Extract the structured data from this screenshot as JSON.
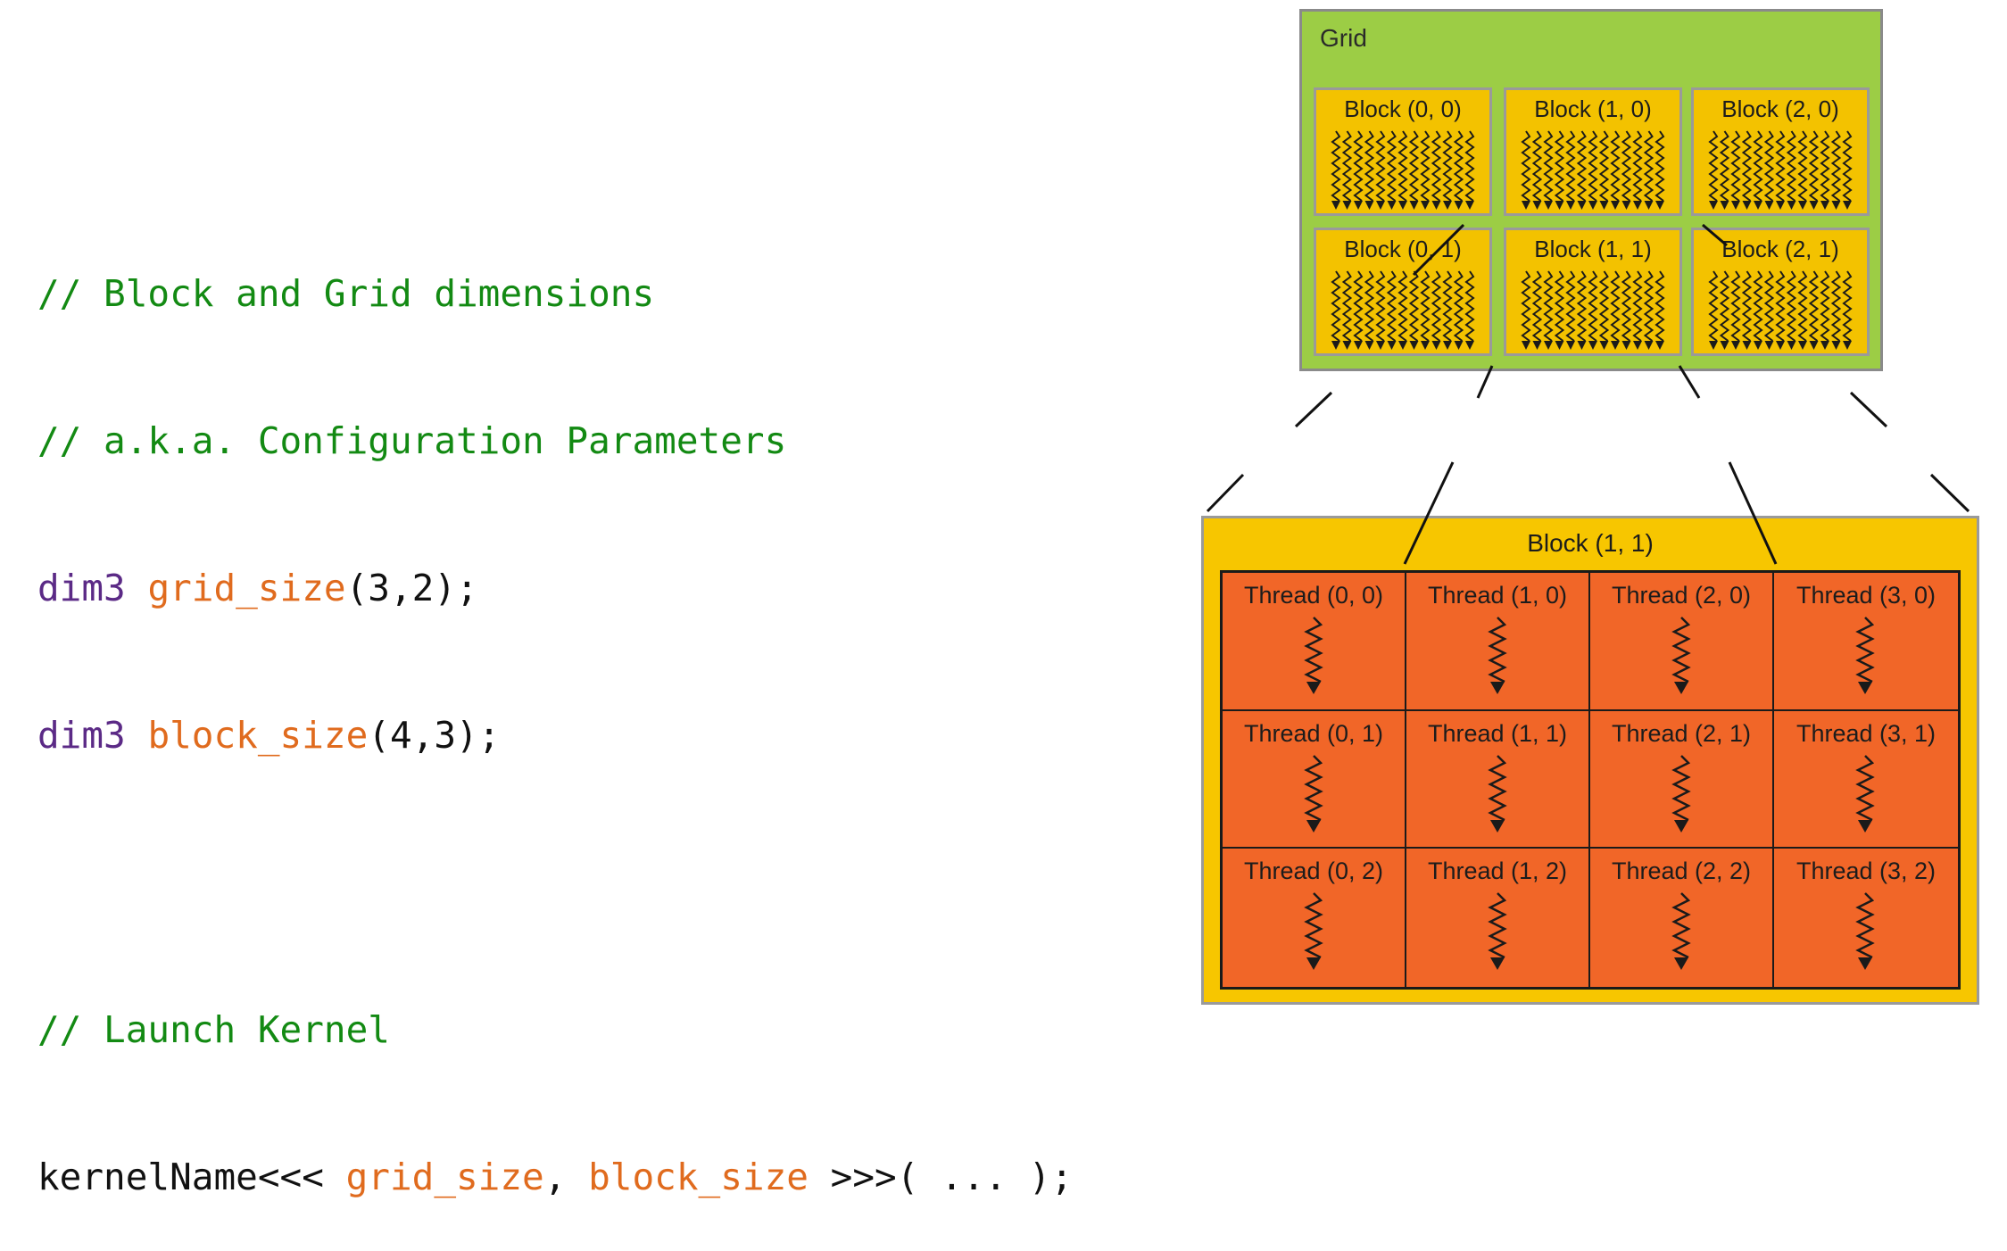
{
  "code": {
    "line1": "// Block and Grid dimensions",
    "line2": "// a.k.a. Configuration Parameters",
    "line3_kw": "dim3",
    "line3_id": "grid_size",
    "line3_rest": "(3,2);",
    "line4_kw": "dim3",
    "line4_id": "block_size",
    "line4_rest": "(4,3);",
    "line6": "// Launch Kernel",
    "line7_name": "kernelName<<< ",
    "line7_arg1": "grid_size",
    "line7_sep": ", ",
    "line7_arg2": "block_size",
    "line7_rest": " >>>( ... );"
  },
  "grid": {
    "title": "Grid",
    "blocks": [
      {
        "label": "Block (0, 0)"
      },
      {
        "label": "Block (1, 0)"
      },
      {
        "label": "Block (2, 0)"
      },
      {
        "label": "Block (0, 1)"
      },
      {
        "label": "Block (1, 1)"
      },
      {
        "label": "Block (2, 1)"
      }
    ]
  },
  "zoom": {
    "title": "Block (1, 1)",
    "threads": [
      {
        "label": "Thread (0, 0)"
      },
      {
        "label": "Thread (1, 0)"
      },
      {
        "label": "Thread (2, 0)"
      },
      {
        "label": "Thread (3, 0)"
      },
      {
        "label": "Thread (0, 1)"
      },
      {
        "label": "Thread (1, 1)"
      },
      {
        "label": "Thread (2, 1)"
      },
      {
        "label": "Thread (3, 1)"
      },
      {
        "label": "Thread (0, 2)"
      },
      {
        "label": "Thread (1, 2)"
      },
      {
        "label": "Thread (2, 2)"
      },
      {
        "label": "Thread (3, 2)"
      }
    ]
  },
  "colors": {
    "grid_bg": "#9ccd45",
    "block_bg": "#f3c200",
    "thread_bg": "#f16628",
    "comment": "#138a13",
    "keyword": "#5b2a86",
    "identifier": "#e06b1e"
  }
}
